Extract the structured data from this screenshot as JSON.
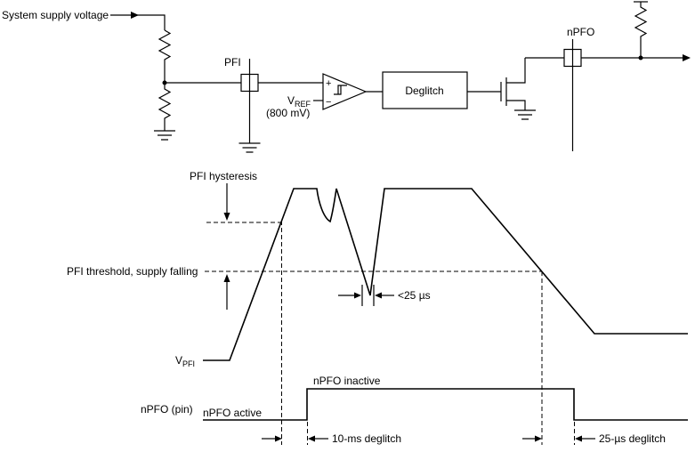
{
  "schematic": {
    "supply_label": "System supply voltage",
    "pfi_pin": "PFI",
    "vref_v": "V",
    "vref_sub": "REF",
    "vref_value": "(800 mV)",
    "plus": "+",
    "minus": "−",
    "deglitch": "Deglitch",
    "npfo_pin": "nPFO"
  },
  "timing": {
    "hysteresis": "PFI hysteresis",
    "threshold": "PFI threshold, supply falling",
    "vpfi_v": "V",
    "vpfi_sub": "PFI",
    "npfo_pin": "nPFO (pin)",
    "npfo_active": "nPFO active",
    "npfo_inactive": "nPFO inactive",
    "glitch_width": "<25 µs",
    "deglitch_long": "10-ms deglitch",
    "deglitch_short": "25-µs deglitch"
  },
  "colors": {
    "line": "#000000",
    "background": "#ffffff"
  }
}
